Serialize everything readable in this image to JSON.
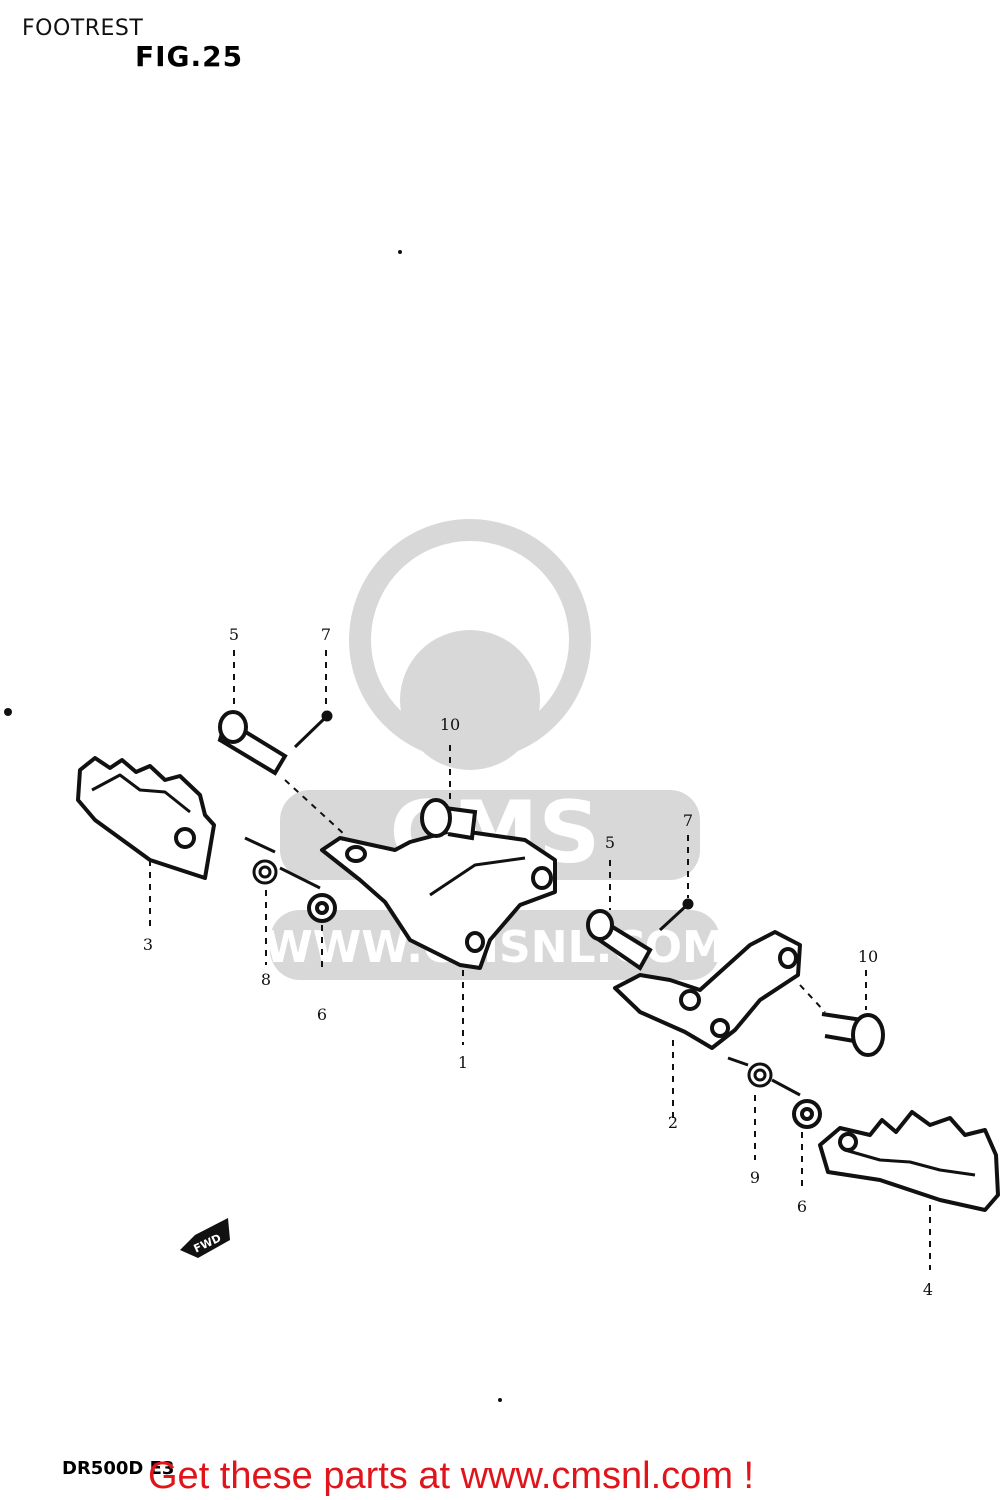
{
  "header": {
    "title": "FOOTREST",
    "figure": "FIG.25"
  },
  "footer": {
    "model": "DR500D E3",
    "banner": "Get these parts at www.cmsnl.com !"
  },
  "watermark": {
    "text": "WWW.CMSNL.COM",
    "logo_text": "CMS",
    "color": "#d4d4d4"
  },
  "direction_tag": "FWD",
  "callouts": [
    "1",
    "2",
    "3",
    "4",
    "5",
    "5",
    "6",
    "6",
    "7",
    "7",
    "8",
    "9",
    "10",
    "10"
  ],
  "colors": {
    "ink": "#111111",
    "banner": "#e0151b"
  }
}
